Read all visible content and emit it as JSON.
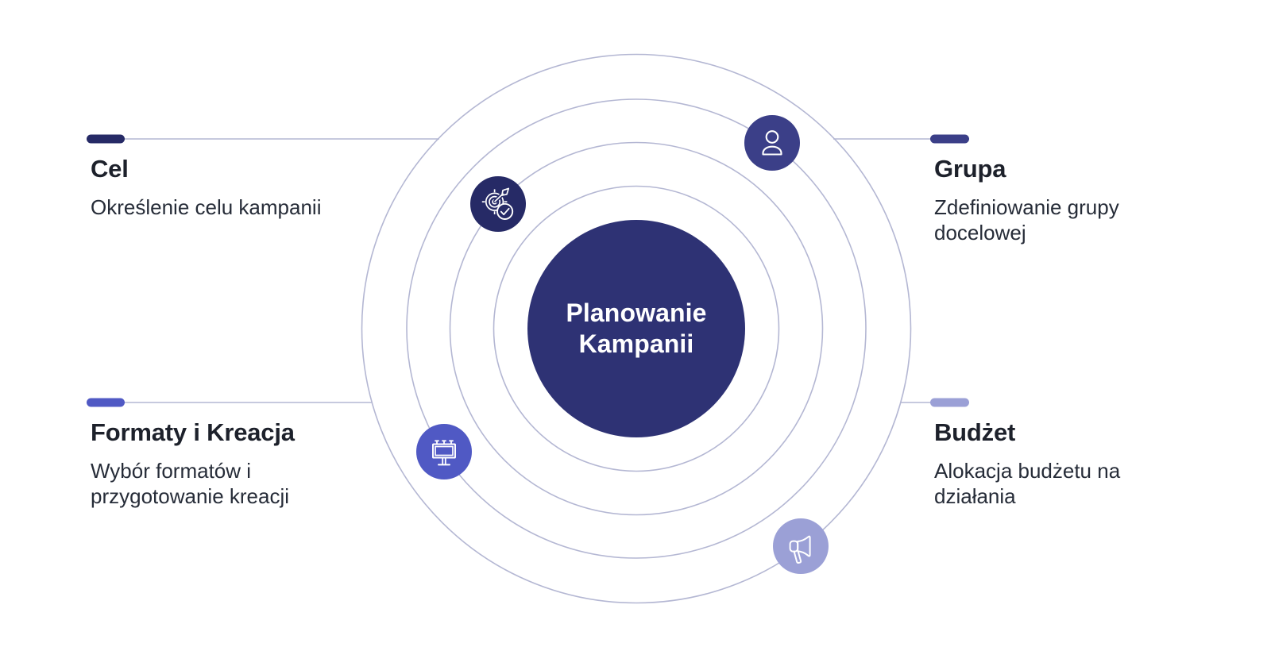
{
  "diagram": {
    "center_label": "Planowanie Kampanii",
    "items": [
      {
        "title": "Cel",
        "description": "Określenie celu kampanii",
        "icon": "target-arrow-check-icon",
        "color": "#262a66"
      },
      {
        "title": "Grupa",
        "description": "Zdefiniowanie grupy docelowej",
        "icon": "user-icon",
        "color": "#3b3f88"
      },
      {
        "title": "Formaty i Kreacja",
        "description": "Wybór formatów i przygotowanie kreacji",
        "icon": "billboard-icon",
        "color": "#5059c4"
      },
      {
        "title": "Budżet",
        "description": "Alokacja budżetu na działania",
        "icon": "megaphone-icon",
        "color": "#9ba0d6"
      }
    ]
  },
  "colors": {
    "background": "#ffffff",
    "center": "#2e3274",
    "cel": "#262a66",
    "grupa": "#3b3f88",
    "formaty": "#5059c4",
    "budzet": "#9ba0d6",
    "ring": "#b4b7d3",
    "heading": "#1d212b",
    "body": "#262c38",
    "icon": "#ffffff"
  }
}
